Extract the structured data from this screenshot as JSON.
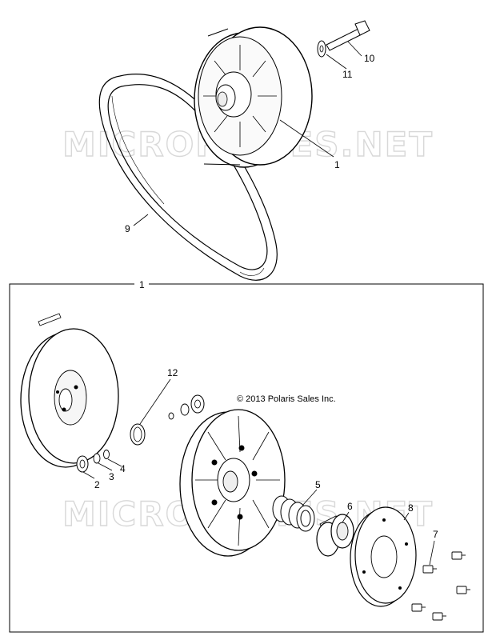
{
  "copyright": "© 2013 Polaris Sales Inc.",
  "watermarks": [
    "MICROFICHES.NET",
    "MICROFICHES.NET"
  ],
  "callouts": {
    "c1_top": "1",
    "c1_box": "1",
    "c2": "2",
    "c3": "3",
    "c4": "4",
    "c5": "5",
    "c6": "6",
    "c7": "7",
    "c8": "8",
    "c9": "9",
    "c10": "10",
    "c11": "11",
    "c12": "12"
  }
}
